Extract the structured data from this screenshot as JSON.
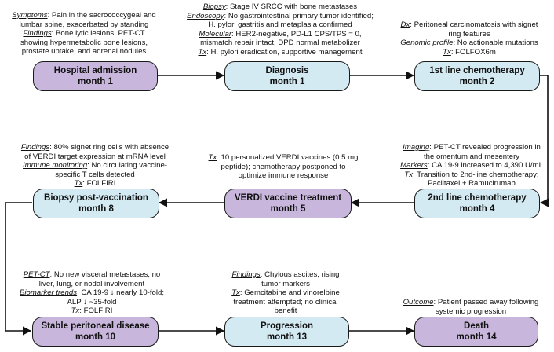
{
  "nodes": [
    {
      "id": "n1",
      "title": "Hospital admission",
      "time": "month 1",
      "color": "#c8b6dc"
    },
    {
      "id": "n2",
      "title": "Diagnosis",
      "time": "month 1",
      "color": "#d4eaf3"
    },
    {
      "id": "n3",
      "title": "1st line chemotherapy",
      "time": "month 2",
      "color": "#d4eaf3"
    },
    {
      "id": "n4",
      "title": "2nd line chemotherapy",
      "time": "month 4",
      "color": "#d4eaf3"
    },
    {
      "id": "n5",
      "title": "VERDI vaccine treatment",
      "time": "month 5",
      "color": "#c8b6dc"
    },
    {
      "id": "n6",
      "title": "Biopsy post-vaccination",
      "time": "month 8",
      "color": "#d4eaf3"
    },
    {
      "id": "n7",
      "title": "Stable peritoneal disease",
      "time": "month 10",
      "color": "#c8b6dc"
    },
    {
      "id": "n8",
      "title": "Progression",
      "time": "month 13",
      "color": "#d4eaf3"
    },
    {
      "id": "n9",
      "title": "Death",
      "time": "month 14",
      "color": "#c8b6dc"
    }
  ],
  "notes": {
    "n1": [
      [
        {
          "k": "Symptoms"
        },
        {
          "t": ": Pain in the sacrococcygeal and"
        }
      ],
      [
        {
          "t": "lumbar spine, exacerbated by standing"
        }
      ],
      [
        {
          "k": "Findings"
        },
        {
          "t": ": Bone lytic lesions; PET-CT"
        }
      ],
      [
        {
          "t": "showing hypermetabolic bone lesions,"
        }
      ],
      [
        {
          "t": "prostate uptake, and adrenal nodules"
        }
      ]
    ],
    "n2": [
      [
        {
          "k": "Biopsy"
        },
        {
          "t": ": Stage IV SRCC with bone metastases"
        }
      ],
      [
        {
          "k": "Endoscopy"
        },
        {
          "t": ": No gastrointestinal primary tumor identified;"
        }
      ],
      [
        {
          "t": "H. pylori gastritis and metaplasia confirmed"
        }
      ],
      [
        {
          "k": "Molecular"
        },
        {
          "t": ": HER2-negative, PD-L1 CPS/TPS = 0,"
        }
      ],
      [
        {
          "t": "mismatch repair intact, DPD normal metabolizer"
        }
      ],
      [
        {
          "k": "Tx"
        },
        {
          "t": ": H. pylori eradication, supportive management"
        }
      ]
    ],
    "n3": [
      [
        {
          "k": "Dx"
        },
        {
          "t": ": Peritoneal carcinomatosis with signet"
        }
      ],
      [
        {
          "t": "ring features"
        }
      ],
      [
        {
          "k": "Genomic profile"
        },
        {
          "t": ": No actionable mutations"
        }
      ],
      [
        {
          "k": "Tx"
        },
        {
          "t": ": FOLFOX6m"
        }
      ]
    ],
    "n4": [
      [
        {
          "k": "Imaging"
        },
        {
          "t": ": PET-CT revealed progression in"
        }
      ],
      [
        {
          "t": "the omentum and mesentery"
        }
      ],
      [
        {
          "k": "Markers"
        },
        {
          "t": ": CA 19-9 increased to 4,390 U/mL"
        }
      ],
      [
        {
          "k": "Tx"
        },
        {
          "t": ": Transition to 2nd-line chemotherapy:"
        }
      ],
      [
        {
          "t": "Paclitaxel + Ramucirumab"
        }
      ]
    ],
    "n5": [
      [
        {
          "k": "Tx"
        },
        {
          "t": ": 10 personalized VERDI vaccines (0.5 mg"
        }
      ],
      [
        {
          "t": "peptide); chemotherapy postponed to"
        }
      ],
      [
        {
          "t": "optimize immune response"
        }
      ]
    ],
    "n6": [
      [
        {
          "k": "Findings"
        },
        {
          "t": ": 80% signet ring cells with absence"
        }
      ],
      [
        {
          "t": "of VERDI target expression at mRNA level"
        }
      ],
      [
        {
          "k": "Immune monitoring"
        },
        {
          "t": ": No circulating vaccine-"
        }
      ],
      [
        {
          "t": "specific T cells detected"
        }
      ],
      [
        {
          "k": "Tx"
        },
        {
          "t": ": FOLFIRI"
        }
      ]
    ],
    "n7": [
      [
        {
          "k": "PET-CT"
        },
        {
          "t": ": No new visceral metastases; no"
        }
      ],
      [
        {
          "t": "liver, lung, or nodal involvement"
        }
      ],
      [
        {
          "k": "Biomarker trends"
        },
        {
          "t": ": CA 19-9 ↓ nearly 10-fold;"
        }
      ],
      [
        {
          "t": "ALP ↓ ~35-fold"
        }
      ],
      [
        {
          "k": "Tx"
        },
        {
          "t": ": FOLFIRI"
        }
      ]
    ],
    "n8": [
      [
        {
          "k": "Findings"
        },
        {
          "t": ": Chylous ascites, rising"
        }
      ],
      [
        {
          "t": "tumor markers"
        }
      ],
      [
        {
          "k": "Tx"
        },
        {
          "t": ": Gemcitabine and vinorelbine"
        }
      ],
      [
        {
          "t": "treatment attempted; no clinical"
        }
      ],
      [
        {
          "t": "benefit"
        }
      ]
    ],
    "n9": [
      [
        {
          "k": "Outcome"
        },
        {
          "t": ": Patient passed away following"
        }
      ],
      [
        {
          "t": "systemic progression"
        }
      ]
    ]
  },
  "edges": [
    [
      "n1",
      "n2"
    ],
    [
      "n2",
      "n3"
    ],
    [
      "n3",
      "n4"
    ],
    [
      "n4",
      "n5"
    ],
    [
      "n5",
      "n6"
    ],
    [
      "n6",
      "n7"
    ],
    [
      "n7",
      "n8"
    ],
    [
      "n8",
      "n9"
    ]
  ]
}
